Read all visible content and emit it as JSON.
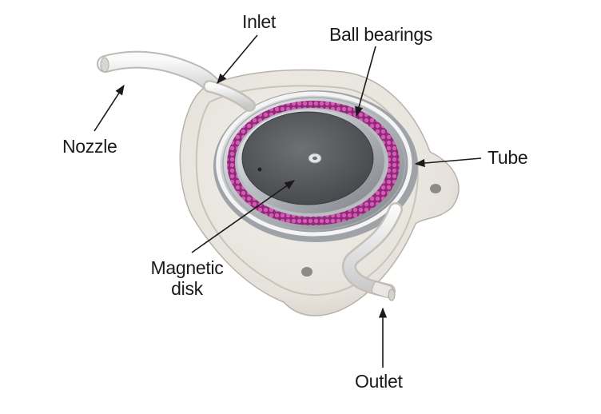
{
  "labels": {
    "inlet": "Inlet",
    "ball_bearings": "Ball bearings",
    "tube": "Tube",
    "nozzle": "Nozzle",
    "magnetic_disk_line1": "Magnetic",
    "magnetic_disk_line2": "disk",
    "outlet": "Outlet"
  },
  "colors": {
    "background": "#ffffff",
    "housing": "#ebe8e2",
    "bearing_ring": "#b23a94",
    "disk": "#5c5e62",
    "metal": "#cfd2d6",
    "text": "#1a1a1a"
  }
}
